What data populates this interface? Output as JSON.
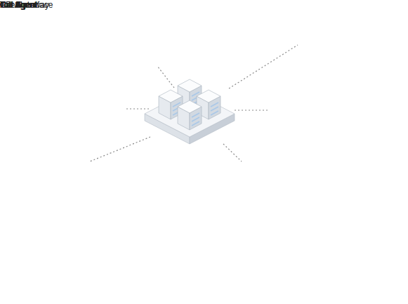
{
  "diagram": {
    "nodes": [
      {
        "text": [
          "API Gateway"
        ]
      },
      {
        "text": [
          "Toll Agent",
          "Toll 2"
        ],
        "in": 0
      },
      {
        "text": [
          "Car Agent",
          "Car 4"
        ],
        "in": 0
      },
      {
        "text": [
          "Car Agent",
          "Car 3"
        ],
        "in": 0
      },
      {
        "text": [
          "Car Agent",
          "Car 2"
        ],
        "in": 0
      },
      {
        "text": [
          "Car Agent",
          "Car 5"
        ],
        "in": 0
      },
      {
        "text": [
          "Car Agent",
          "Car 1"
        ],
        "in": 0
      },
      {
        "text": [
          "Car Agent",
          "Car 6"
        ],
        "in": 0
      },
      {
        "text": [
          "Toll Agent",
          "Toll 1"
        ],
        "in": 0
      },
      {
        "text": [
          "User Interface"
        ]
      }
    ],
    "edges": [
      {
        "from": 0,
        "to": 9,
        "arrow": "none"
      }
    ]
  }
}
